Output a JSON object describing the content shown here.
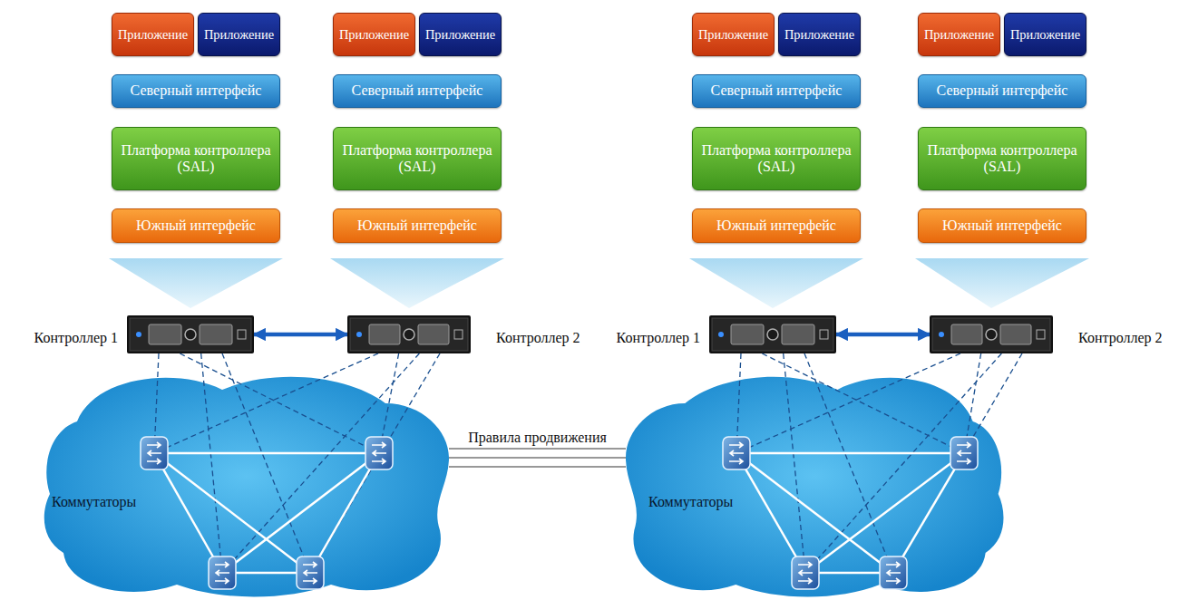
{
  "diagram": {
    "nodes": [
      {
        "text": [
          "Приложение"
        ]
      },
      {
        "text": [
          "Приложение"
        ]
      },
      {
        "text": [
          "Северный интерфейс"
        ]
      },
      {
        "text": [
          "Платформа контроллера (SAL)"
        ]
      },
      {
        "text": [
          "Южный интерфейс"
        ]
      },
      {
        "text": [
          "Приложение"
        ]
      },
      {
        "text": [
          "Приложение"
        ]
      },
      {
        "text": [
          "Северный интерфейс"
        ]
      },
      {
        "text": [
          "Платформа контроллера (SAL)"
        ]
      },
      {
        "text": [
          "Южный интерфейс"
        ]
      },
      {
        "text": [
          "Приложение"
        ]
      },
      {
        "text": [
          "Приложение"
        ]
      },
      {
        "text": [
          "Северный интерфейс"
        ]
      },
      {
        "text": [
          "Платформа контроллера (SAL)"
        ]
      },
      {
        "text": [
          "Южный интерфейс"
        ]
      },
      {
        "text": [
          "Приложение"
        ]
      },
      {
        "text": [
          "Приложение"
        ]
      },
      {
        "text": [
          "Северный интерфейс"
        ]
      },
      {
        "text": [
          "Платформа контроллера (SAL)"
        ]
      },
      {
        "text": [
          "Южный интерфейс"
        ]
      },
      {
        "text": [
          "Контроллер 1"
        ]
      },
      {
        "text": [
          "Контроллер 2"
        ]
      },
      {
        "text": [
          "Контроллер 1"
        ]
      },
      {
        "text": [
          "Контроллер 2"
        ]
      },
      {
        "text": [
          "Коммутаторы"
        ]
      },
      {
        "text": [
          "Коммутаторы"
        ]
      }
    ],
    "edges": [
      {
        "from": 20,
        "to": 21,
        "arrow": "both"
      },
      {
        "from": 22,
        "to": 23,
        "arrow": "both"
      },
      {
        "from": 24,
        "to": 25,
        "label": "Правила продвижения",
        "arrow": "none"
      }
    ]
  }
}
